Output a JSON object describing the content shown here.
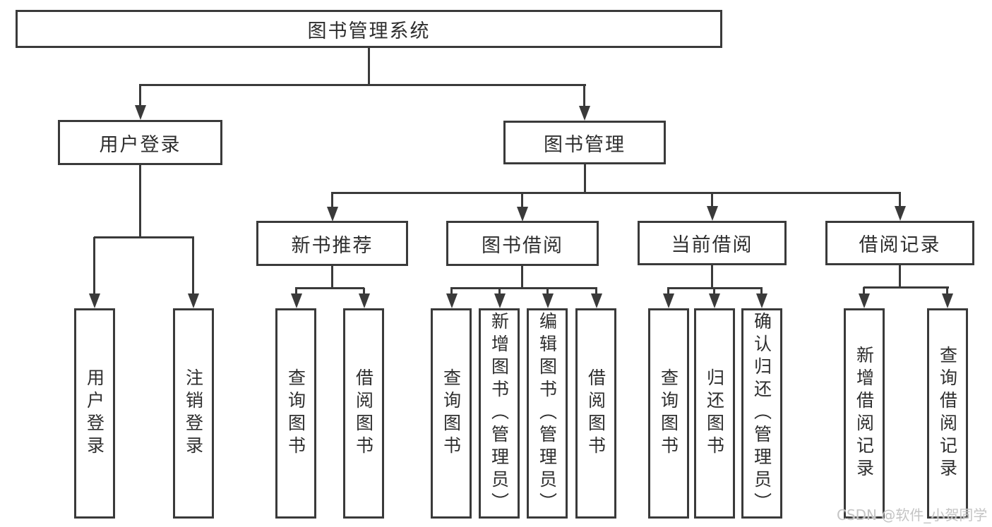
{
  "diagram": {
    "title": "图书管理系统",
    "nodes": {
      "root": "图书管理系统",
      "l2": [
        "用户登录",
        "图书管理"
      ],
      "l3": [
        "新书推荐",
        "图书借阅",
        "当前借阅",
        "借阅记录"
      ],
      "g1": [
        "用户登录",
        "注销登录"
      ],
      "g2": [
        "查询图书",
        "借阅图书"
      ],
      "g3": [
        "查询图书",
        "新增图书（管理员）",
        "编辑图书（管理员）",
        "借阅图书"
      ],
      "g4": [
        "查询图书",
        "归还图书",
        "确认归还（管理员）"
      ],
      "g5": [
        "新增借阅记录",
        "查询借阅记录"
      ]
    }
  },
  "watermark": {
    "text": "CSDN @软件_小贺同学"
  },
  "colors": {
    "line": "#3a3a3a",
    "text": "#2e2e2e",
    "watermark": "#c4c4c4",
    "background": "#ffffff"
  }
}
